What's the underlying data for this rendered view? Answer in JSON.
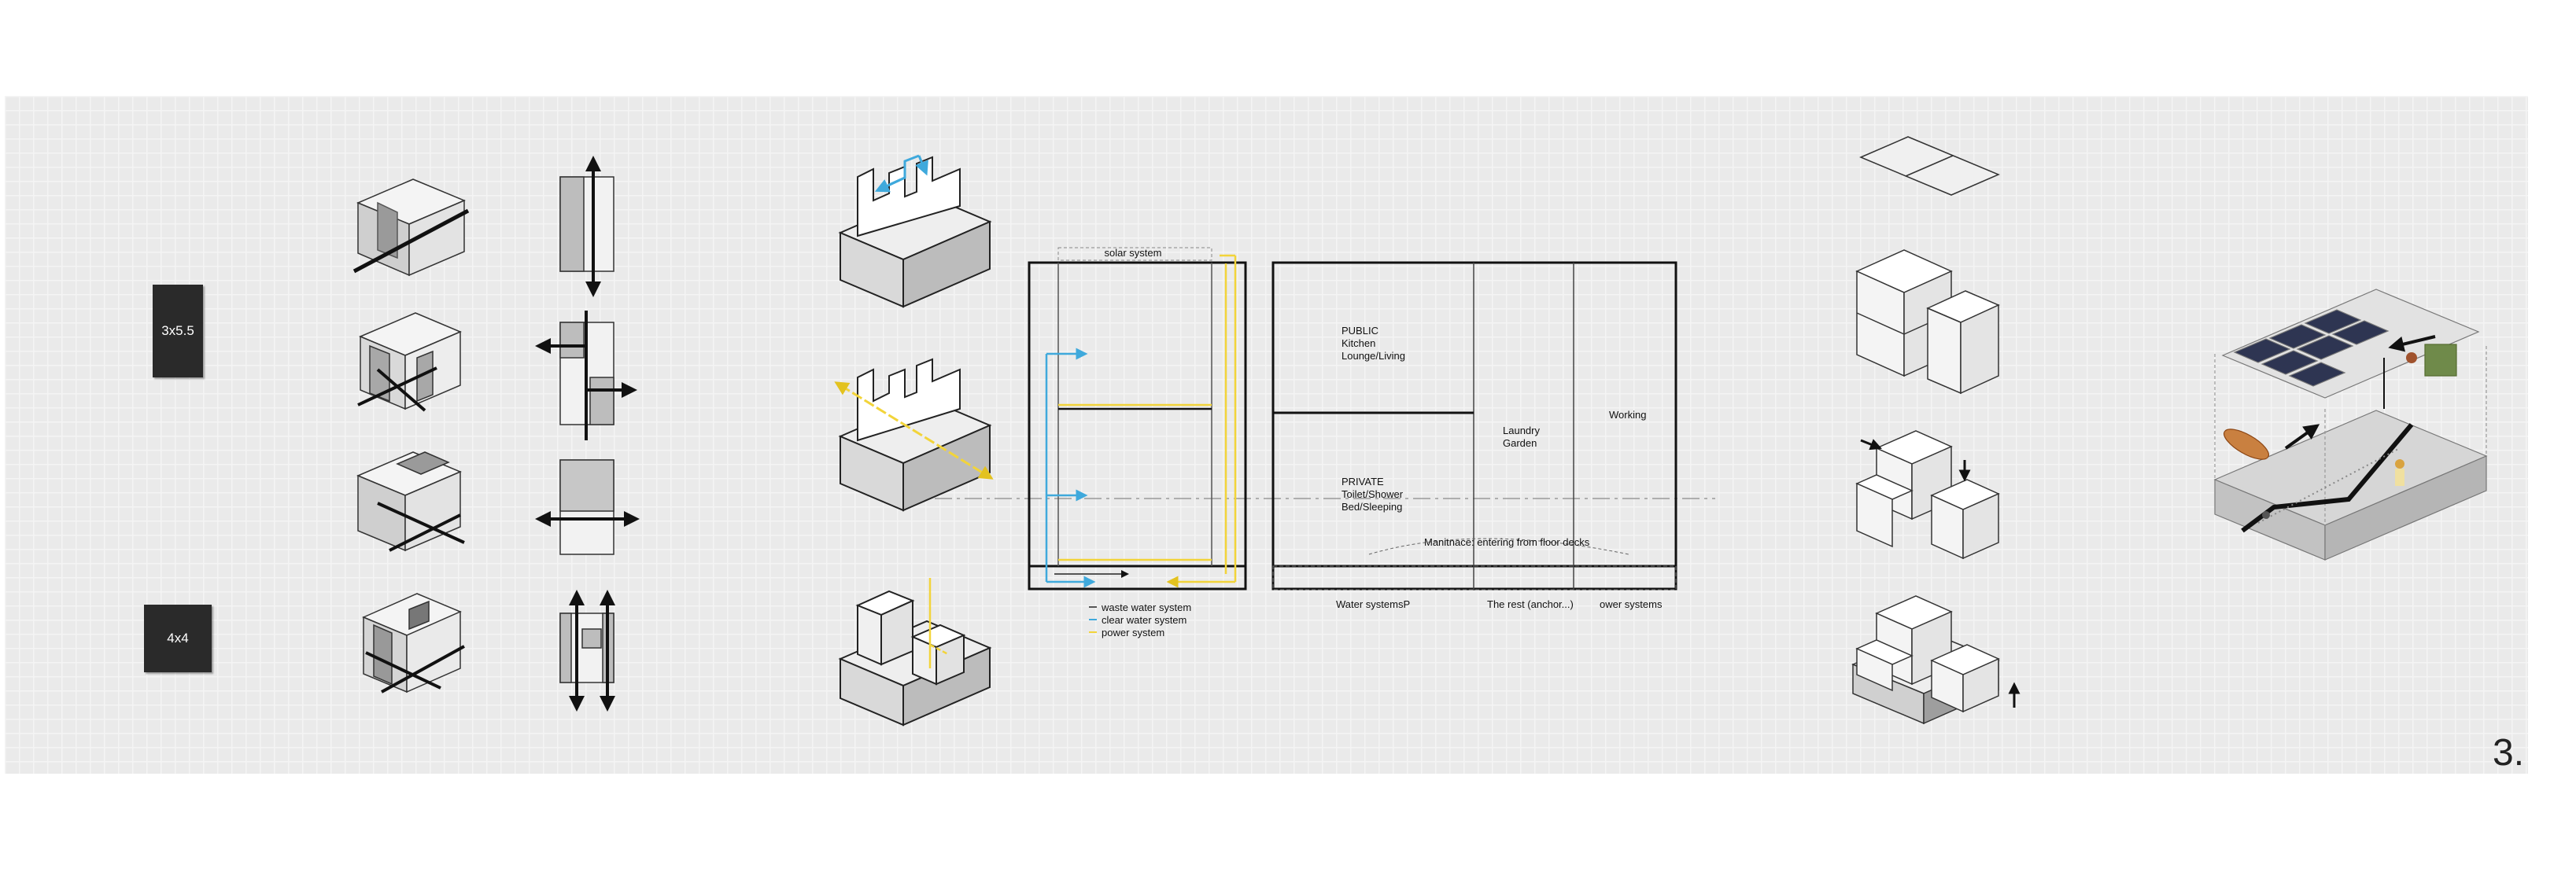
{
  "module_sizes": {
    "large": "3x5.5",
    "small": "4x4"
  },
  "systems_plan": {
    "solar_label": "solar system",
    "legend": [
      {
        "label": "waste water system",
        "color": "#555555"
      },
      {
        "label": "clear water system",
        "color": "#3fa9dc"
      },
      {
        "label": "power system",
        "color": "#f2d43a"
      }
    ]
  },
  "zoning_plan": {
    "public": [
      "PUBLIC",
      "Kitchen",
      "Lounge/Living"
    ],
    "private": [
      "PRIVATE",
      "Toilet/Shower",
      "Bed/Sleeping"
    ],
    "laundry": [
      "Laundry",
      "Garden"
    ],
    "working": "Working",
    "maintenance": "Manitnace: entering from floor decks",
    "base_labels": [
      "Water systemsP",
      "The rest (anchor...)",
      "ower systems"
    ]
  },
  "colors": {
    "board": "#eaeaea",
    "ink": "#111111",
    "blue": "#3fa9dc",
    "yellow": "#f2d43a"
  },
  "page_number": "3."
}
